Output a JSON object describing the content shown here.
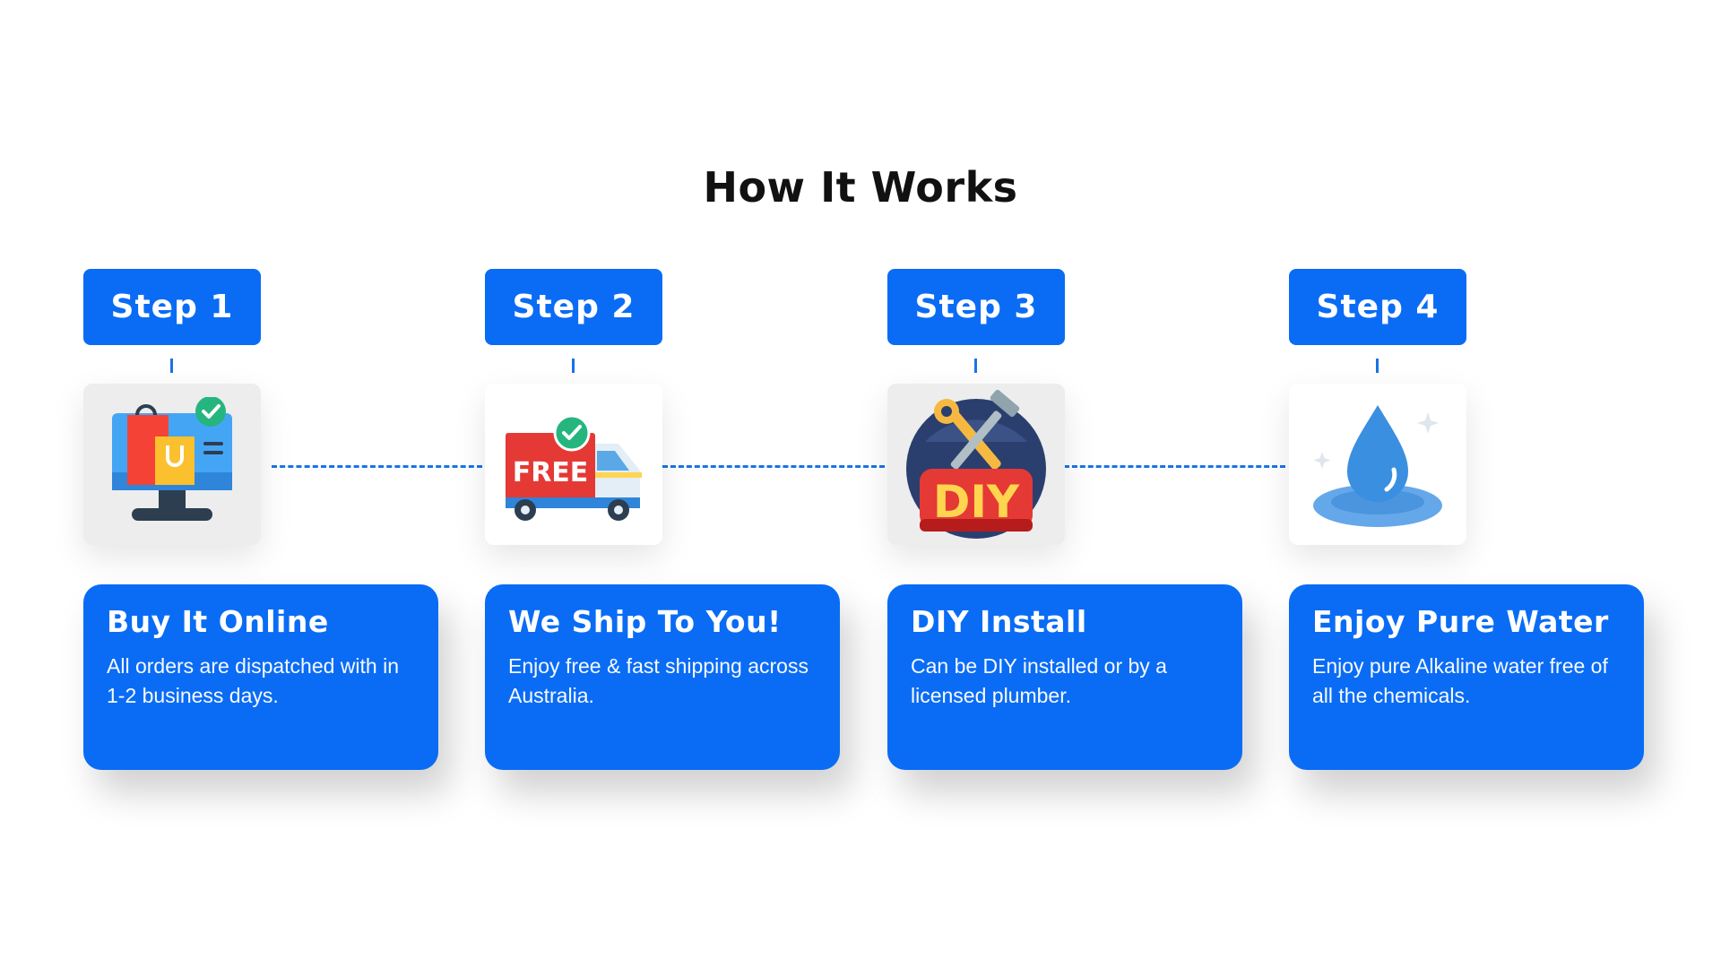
{
  "heading": "How It Works",
  "accent_color": "#0a6cf5",
  "steps": [
    {
      "badge": "Step 1",
      "icon": "computer-shopping-bag-icon",
      "title": "Buy It Online",
      "description": "All orders are dispatched with in 1-2 business days."
    },
    {
      "badge": "Step 2",
      "icon": "free-delivery-truck-icon",
      "title": "We Ship To You!",
      "description": "Enjoy free & fast shipping across Australia.",
      "icon_text": "FREE"
    },
    {
      "badge": "Step 3",
      "icon": "diy-tools-icon",
      "title": "DIY Install",
      "description": "Can be DIY installed or by a licensed plumber.",
      "icon_text": "DIY"
    },
    {
      "badge": "Step 4",
      "icon": "water-drop-icon",
      "title": "Enjoy Pure Water",
      "description": "Enjoy pure Alkaline water free of all the chemicals."
    }
  ]
}
